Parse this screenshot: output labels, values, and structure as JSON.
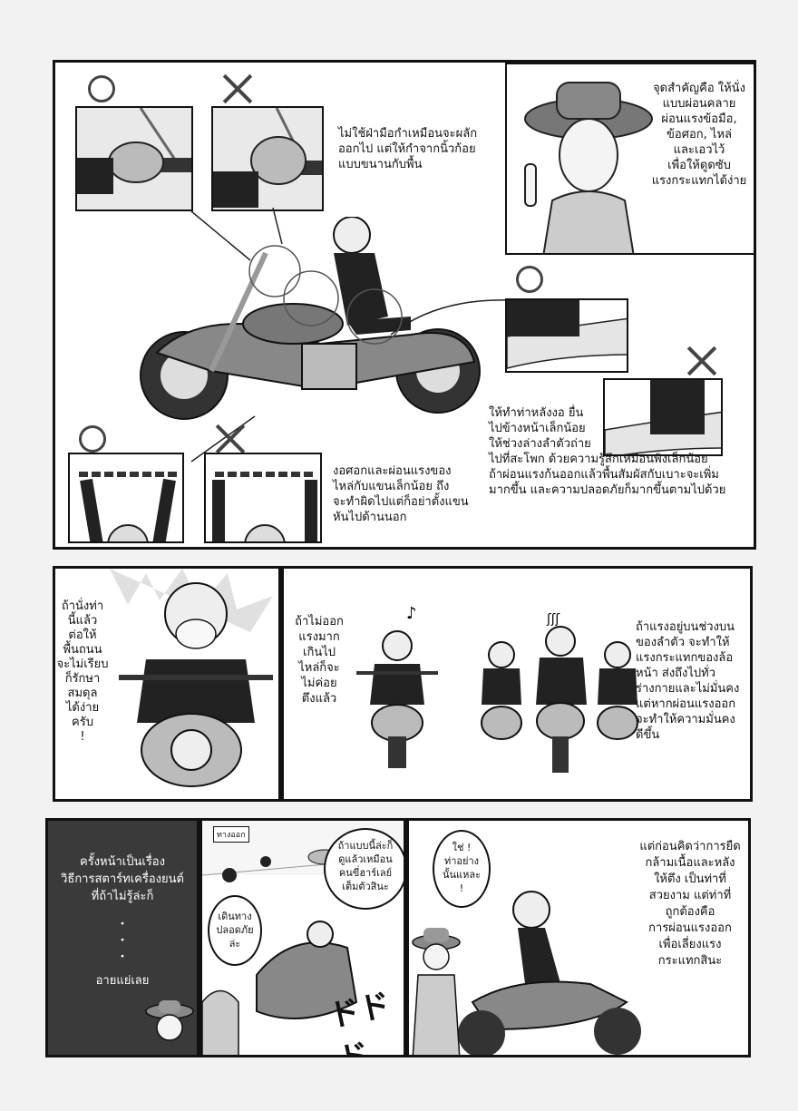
{
  "panel1": {
    "grip_caption": "ไม่ใช้ฝ่ามือกำเหมือนจะผลัก\nออกไป แต่ให้กำจากนิ้วก้อย\nแบบขนานกับพื้น",
    "instructor_caption": "จุดสำคัญคือ ให้นั่ง\nแบบผ่อนคลาย\nผ่อนแรงข้อมือ,\nข้อศอก, ไหล่\nและเอวไว้\nเพื่อให้ดูดซับ\nแรงกระแทกได้ง่าย",
    "arm_caption": "งอศอกและผ่อนแรงของ\nไหล่กับแขนเล็กน้อย ถึง\nจะทำผิดไปแต่ก็อย่าตั้งแขน\nหันไปด้านนอก",
    "posture_caption": "ให้ทำท่าหลังงอ ยื่น\nไปข้างหน้าเล็กน้อย\nให้ช่วงล่างลำตัวถ่าย\nไปที่สะโพก ด้วยความรู้สึกเหมือนพิงเล็กน้อย\nถ้าผ่อนแรงก้นออกแล้วพื้นสัมผัสกับเบาะจะเพิ่ม\nมากขึ้น และความปลอดภัยก็มากขึ้นตามไปด้วย"
  },
  "panel2": {
    "rider_speech": "ถ้านั่งท่า\nนี้แล้ว\nต่อให้\nพื้นถนน\nจะไม่เรียบ\nก็รักษา\nสมดุล\nได้ง่าย\nครับ\n!",
    "shoulder_caption": "ถ้าไม่ออก\nแรงมาก\nเกินไป\nไหล่ก็จะ\nไม่ค่อย\nตึงแล้ว",
    "upper_caption": "ถ้าแรงอยู่บนช่วงบน\nของลำตัว จะทำให้\nแรงกระแทกของล้อ\nหน้า ส่งถึงไปทั่ว\nร่างกายและไม่มั่นคง\nแต่หากผ่อนแรงออก\nจะทำให้ความมั่นคง\nดีขึ้น"
  },
  "panel3": {
    "next_topic": "ครั้งหน้าเป็นเรื่อง\nวิธีการสตาร์ทเครื่องยนต์\nที่ถ้าไม่รู้ล่ะก็",
    "dots": "・\n・\n・",
    "bad_luck": "อายแย่เลย",
    "sign": "ทางออก",
    "speech_wallet": "ถ้าแบบนี้ล่ะก็\nดูแล้วเหมือน\nคนขี่ฮาร์เลย์\nเต็มตัวสินะ",
    "speech_safe": "เดินทาง\nปลอดภัย\nล่ะ",
    "sfx": "ドドド",
    "speech_yes": "ใช่ !\nท่าอย่าง\nนั้นแหละ\n!",
    "final_caption": "แต่ก่อนคิดว่าการยืด\nกล้ามเนื้อและหลัง\nให้ตึง เป็นท่าที่\nสวยงาม แต่ท่าที่\nถูกต้องคือ\nการผ่อนแรงออก\nเพื่อเลี่ยงแรง\nกระแทกสินะ"
  }
}
